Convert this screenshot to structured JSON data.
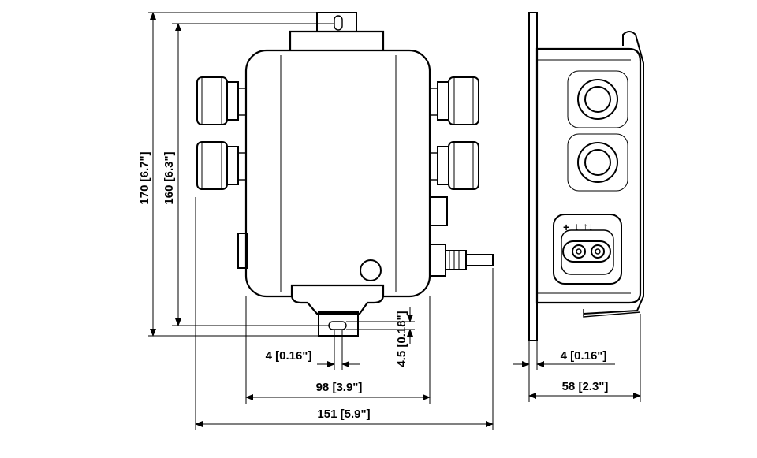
{
  "dimensions": {
    "height_overall": "170 [6.7\"]",
    "height_mount": "160 [6.3\"]",
    "slot_height": "4.5 [0.18\"]",
    "slot_width": "4 [0.16\"]",
    "mount_spacing": "98 [3.9\"]",
    "width_overall": "151 [5.9\"]",
    "flange_thickness": "4 [0.16\"]",
    "depth": "58 [2.3\"]"
  },
  "side_panel": {
    "plus_symbol": "+",
    "arrow_symbols": "↓ ↑↓"
  }
}
